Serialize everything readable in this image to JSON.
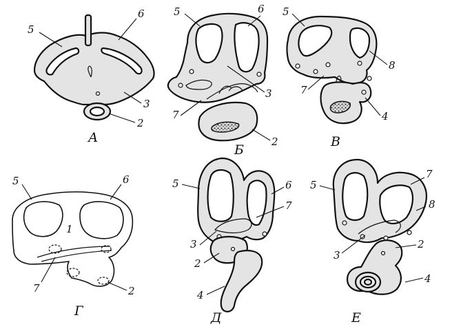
{
  "figures": [
    {
      "id": "A",
      "letter": "А",
      "labels": [
        "5",
        "6",
        "3",
        "2"
      ]
    },
    {
      "id": "B",
      "letter": "Б",
      "labels": [
        "5",
        "6",
        "3",
        "7",
        "2"
      ]
    },
    {
      "id": "V",
      "letter": "В",
      "labels": [
        "5",
        "8",
        "7",
        "4"
      ]
    },
    {
      "id": "G",
      "letter": "Г",
      "labels": [
        "5",
        "6",
        "1",
        "7",
        "2"
      ]
    },
    {
      "id": "D",
      "letter": "Д",
      "labels": [
        "5",
        "6",
        "7",
        "3",
        "2",
        "4"
      ]
    },
    {
      "id": "E",
      "letter": "Е",
      "labels": [
        "5",
        "7",
        "8",
        "3",
        "2",
        "4"
      ]
    }
  ]
}
